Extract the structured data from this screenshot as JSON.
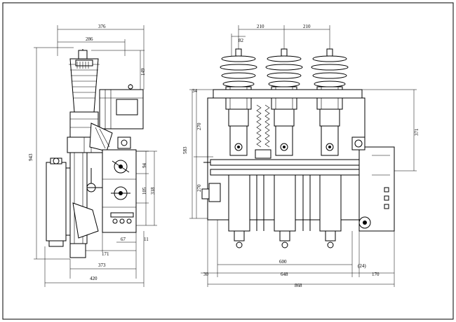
{
  "side_view": {
    "dims": {
      "width_376": "376",
      "width_286": "286",
      "h_149": "149",
      "h_943": "943",
      "h_94": "94",
      "h_105": "105",
      "h_318": "318",
      "w_67": "67",
      "w_11": "11",
      "w_171": "171",
      "w_373": "373",
      "w_420": "420"
    }
  },
  "front_view": {
    "dims": {
      "pitch_1": "210",
      "pitch_2": "210",
      "w_82": "82",
      "h_34": "34",
      "h_270_top": "270",
      "h_583": "583",
      "h_270_bottom": "270",
      "h_371": "371",
      "w_600": "600",
      "w_24": "(24)",
      "w_30": "30",
      "w_648": "648",
      "w_170": "170",
      "w_868": "868"
    }
  }
}
